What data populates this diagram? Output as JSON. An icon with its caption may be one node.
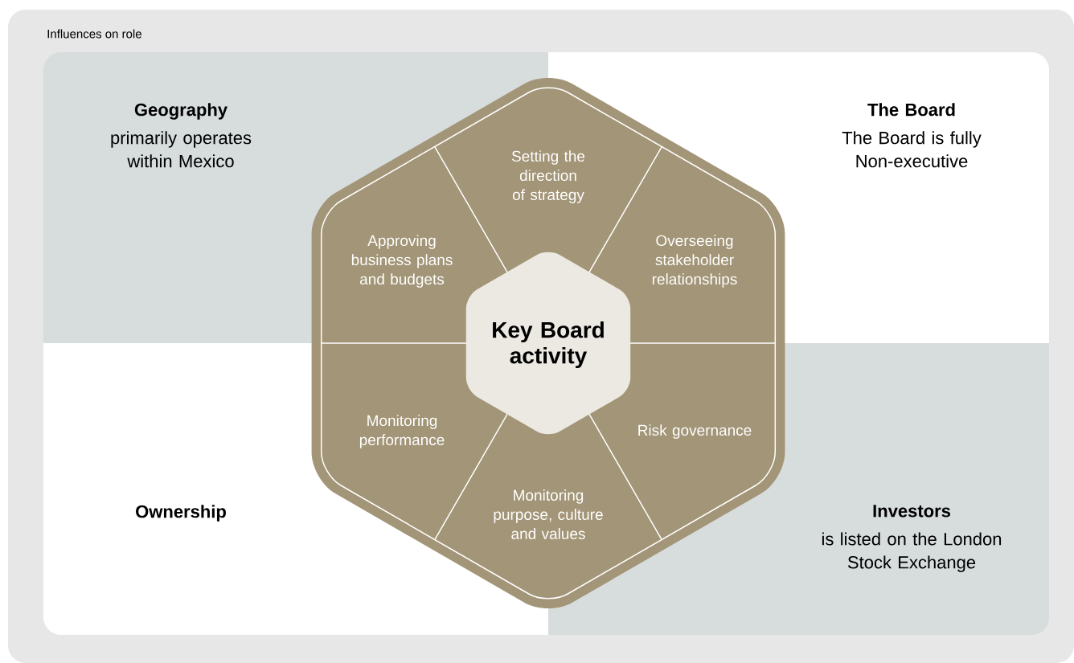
{
  "diagram": {
    "nodes": [
      {
        "text": [
          "Influences on role"
        ]
      },
      {
        "text": [
          "Geography",
          "primarily operates within Mexico"
        ],
        "in": 0
      },
      {
        "text": [
          "The Board",
          "The Board is fully Non-executive"
        ],
        "in": 0
      },
      {
        "text": [
          "Ownership"
        ],
        "in": 0
      },
      {
        "text": [
          "Investors",
          "is listed on the London Stock Exchange"
        ],
        "in": 0
      },
      {
        "text": [
          "Setting the direction of strategy"
        ],
        "in": 0
      },
      {
        "text": [
          "Approving business plans and budgets"
        ],
        "in": 1
      },
      {
        "text": [
          "Overseeing stakeholder relationships"
        ],
        "in": 2
      },
      {
        "text": [
          "Monitoring performance"
        ],
        "in": 3
      },
      {
        "text": [
          "Risk governance"
        ],
        "in": 4
      },
      {
        "text": [
          "Monitoring purpose, culture and values"
        ],
        "in": 0
      },
      {
        "text": [
          "Key Board activity"
        ],
        "in": 0
      }
    ]
  }
}
